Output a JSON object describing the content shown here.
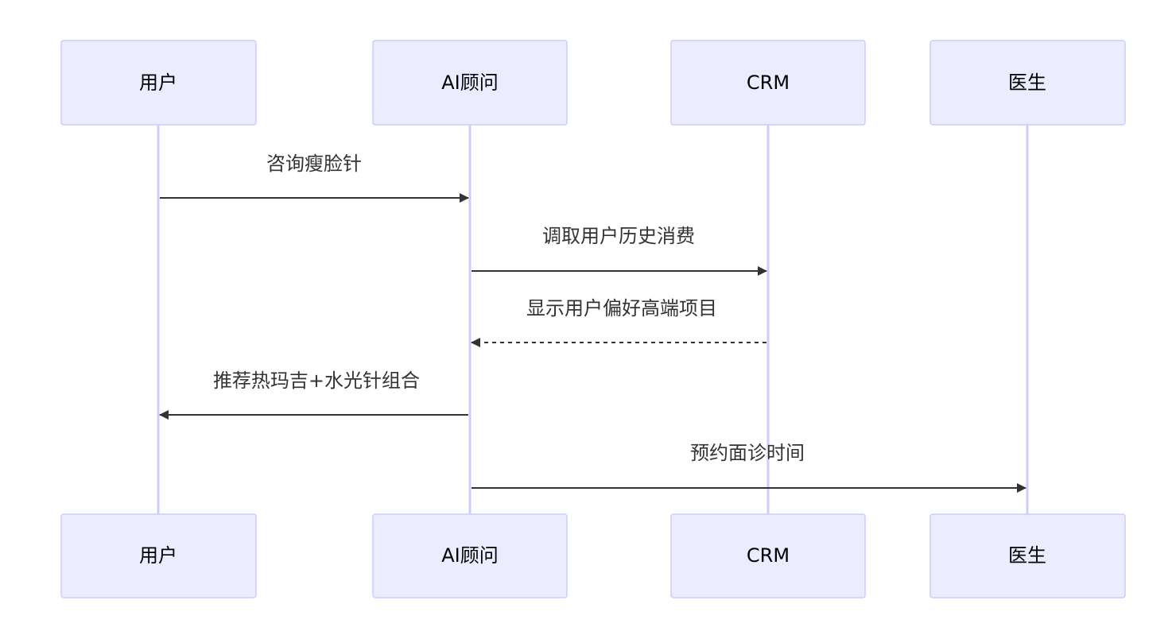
{
  "actors": [
    {
      "id": "user",
      "label": "用户"
    },
    {
      "id": "ai",
      "label": "AI顾问"
    },
    {
      "id": "crm",
      "label": "CRM"
    },
    {
      "id": "doctor",
      "label": "医生"
    }
  ],
  "messages": [
    {
      "from": "user",
      "to": "ai",
      "text": "咨询瘦脸针",
      "style": "solid"
    },
    {
      "from": "ai",
      "to": "crm",
      "text": "调取用户历史消费",
      "style": "solid"
    },
    {
      "from": "crm",
      "to": "ai",
      "text": "显示用户偏好高端项目",
      "style": "dashed"
    },
    {
      "from": "ai",
      "to": "user",
      "text": "推荐热玛吉+水光针组合",
      "style": "solid"
    },
    {
      "from": "ai",
      "to": "doctor",
      "text": "预约面诊时间",
      "style": "solid"
    }
  ],
  "colors": {
    "actor_fill": "#ECECFF",
    "actor_border": "#CCCCFF",
    "lifeline": "#CCCCFF",
    "message": "#333333"
  }
}
